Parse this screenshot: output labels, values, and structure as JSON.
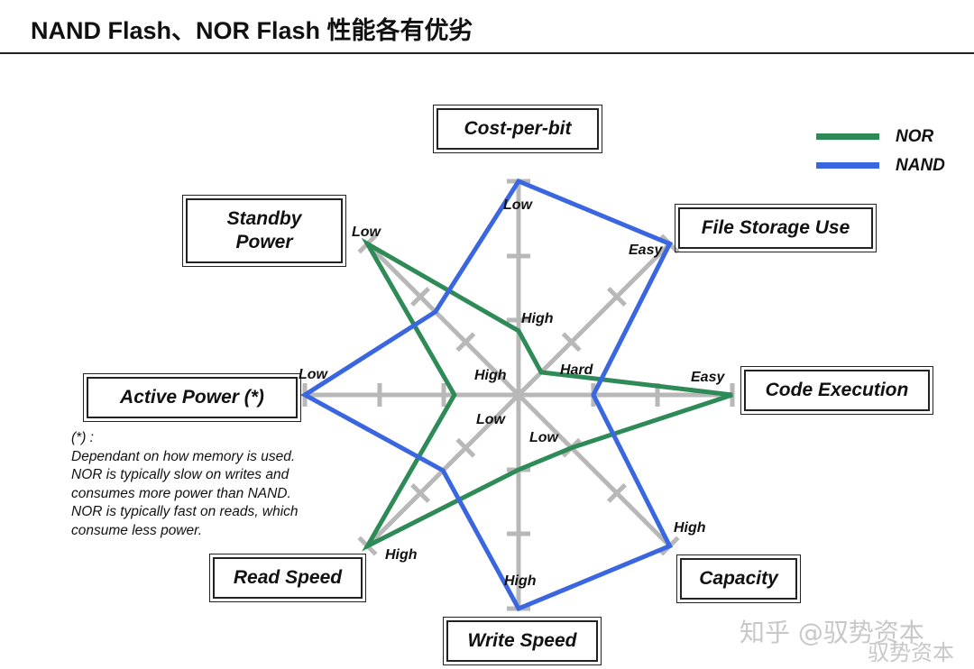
{
  "title": "NAND Flash、NOR Flash 性能各有优劣",
  "chart_data": {
    "type": "radar",
    "axes": [
      {
        "name": "Cost-per-bit",
        "outer_label": "Low",
        "inner_label": "High"
      },
      {
        "name": "File Storage Use",
        "outer_label": "Easy",
        "inner_label": "Hard"
      },
      {
        "name": "Code Execution",
        "outer_label": "Easy",
        "inner_label": "Hard"
      },
      {
        "name": "Capacity",
        "outer_label": "High",
        "inner_label": "Low"
      },
      {
        "name": "Write Speed",
        "outer_label": "High",
        "inner_label": "Low"
      },
      {
        "name": "Read Speed",
        "outer_label": "High",
        "inner_label": "Low"
      },
      {
        "name": "Active Power (*)",
        "outer_label": "Low",
        "inner_label": "High"
      },
      {
        "name": "Standby Power",
        "outer_label": "Low",
        "inner_label": "High"
      }
    ],
    "scale": [
      0,
      1
    ],
    "series": [
      {
        "name": "NOR",
        "color": "#2e8b57",
        "values": [
          0.3,
          0.15,
          1.0,
          0.35,
          0.35,
          1.0,
          0.3,
          1.0
        ]
      },
      {
        "name": "NAND",
        "color": "#3a66e0",
        "values": [
          1.0,
          1.0,
          0.35,
          1.0,
          1.0,
          0.5,
          1.0,
          0.55
        ]
      }
    ],
    "point_labels": [
      {
        "text": "Low"
      },
      {
        "text": "Easy"
      },
      {
        "text": "Easy"
      },
      {
        "text": "High"
      },
      {
        "text": "High"
      },
      {
        "text": "High"
      },
      {
        "text": "Low"
      },
      {
        "text": "Low"
      },
      {
        "text": "High"
      },
      {
        "text": "Hard"
      },
      {
        "text": "High"
      },
      {
        "text": "Low"
      },
      {
        "text": "Low"
      }
    ],
    "footnote": "(*) :\nDependant on how memory is used.\nNOR is typically slow on writes and\nconsumes more power than NAND.\nNOR is typically fast on reads, which\nconsume less power."
  },
  "watermark": {
    "text1": "知乎 @驭势资本",
    "text2": "驭势资本"
  }
}
